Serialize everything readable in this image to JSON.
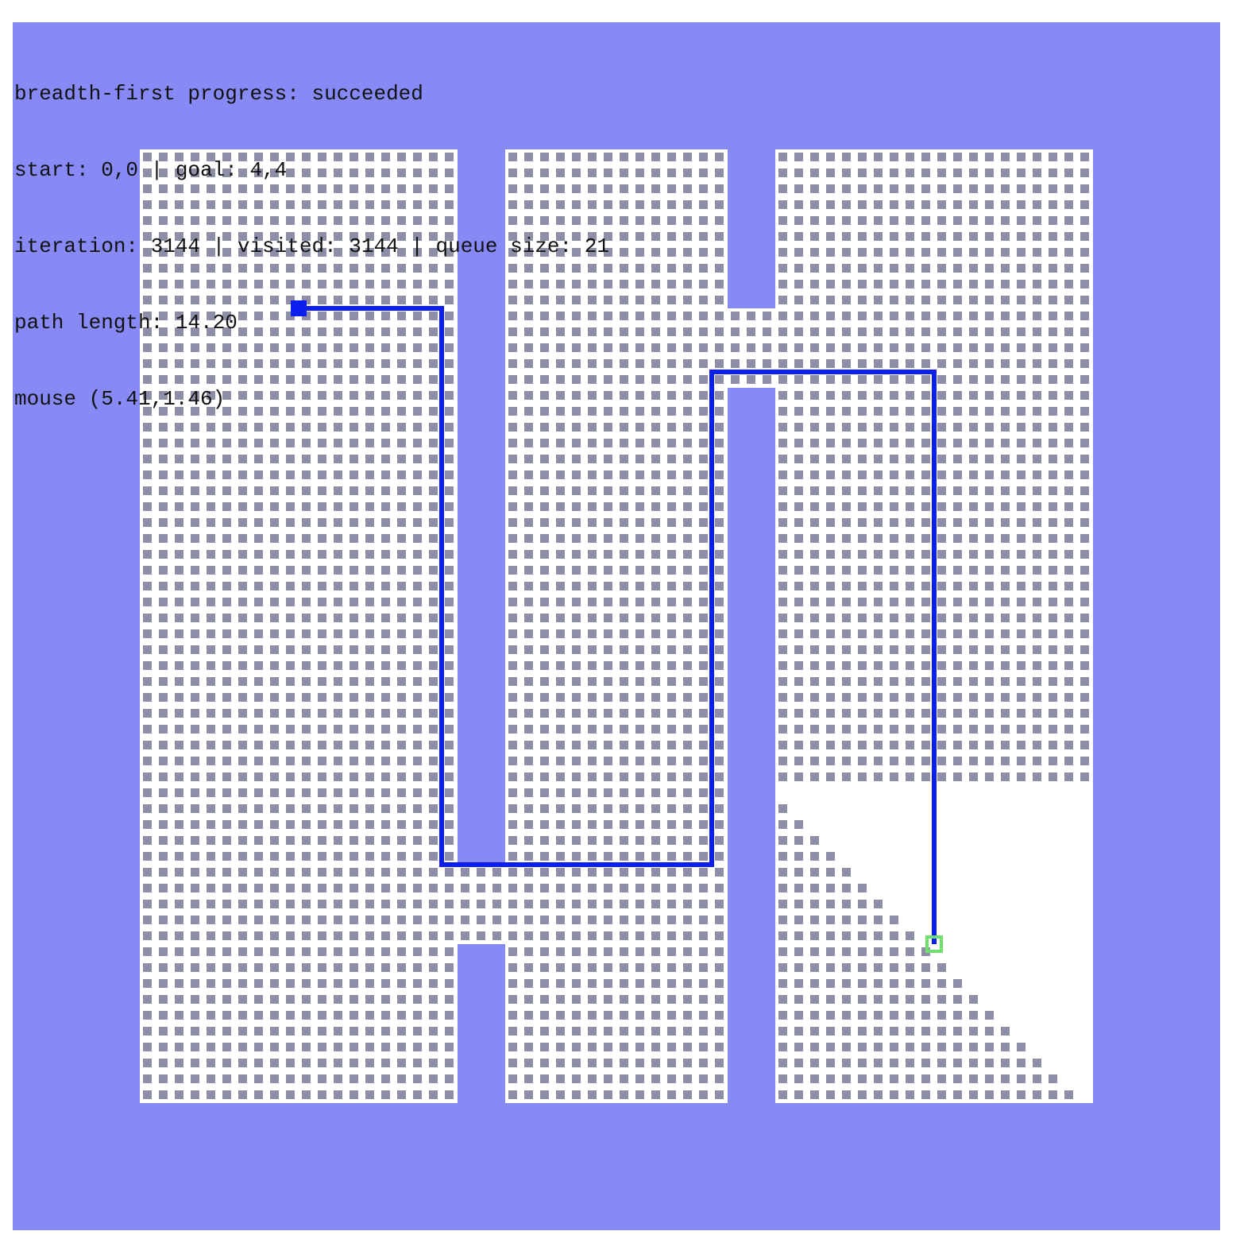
{
  "status": {
    "progress": "breadth-first progress: succeeded",
    "endpoints": "start: 0,0 | goal: 4,4",
    "counters": "iteration: 3144 | visited: 3144 | queue size: 21",
    "path_length": "path length: 14.20",
    "mouse": "mouse (5.41,1.46)"
  },
  "search": {
    "algorithm": "breadth-first",
    "result": "succeeded",
    "start": "0,0",
    "goal": "4,4",
    "iteration": 3144,
    "visited": 3144,
    "queue_size": 21,
    "path_length": 14.2,
    "mouse": "(5.41,1.46)"
  },
  "colors": {
    "obstacle": "#8789f5",
    "free_space": "#ffffff",
    "visited_cell": "#8e8fa6",
    "path": "#0a1ef0",
    "start_marker": "#0a1ef0",
    "goal_marker": "#6fe06b",
    "status_text": "#111111"
  }
}
